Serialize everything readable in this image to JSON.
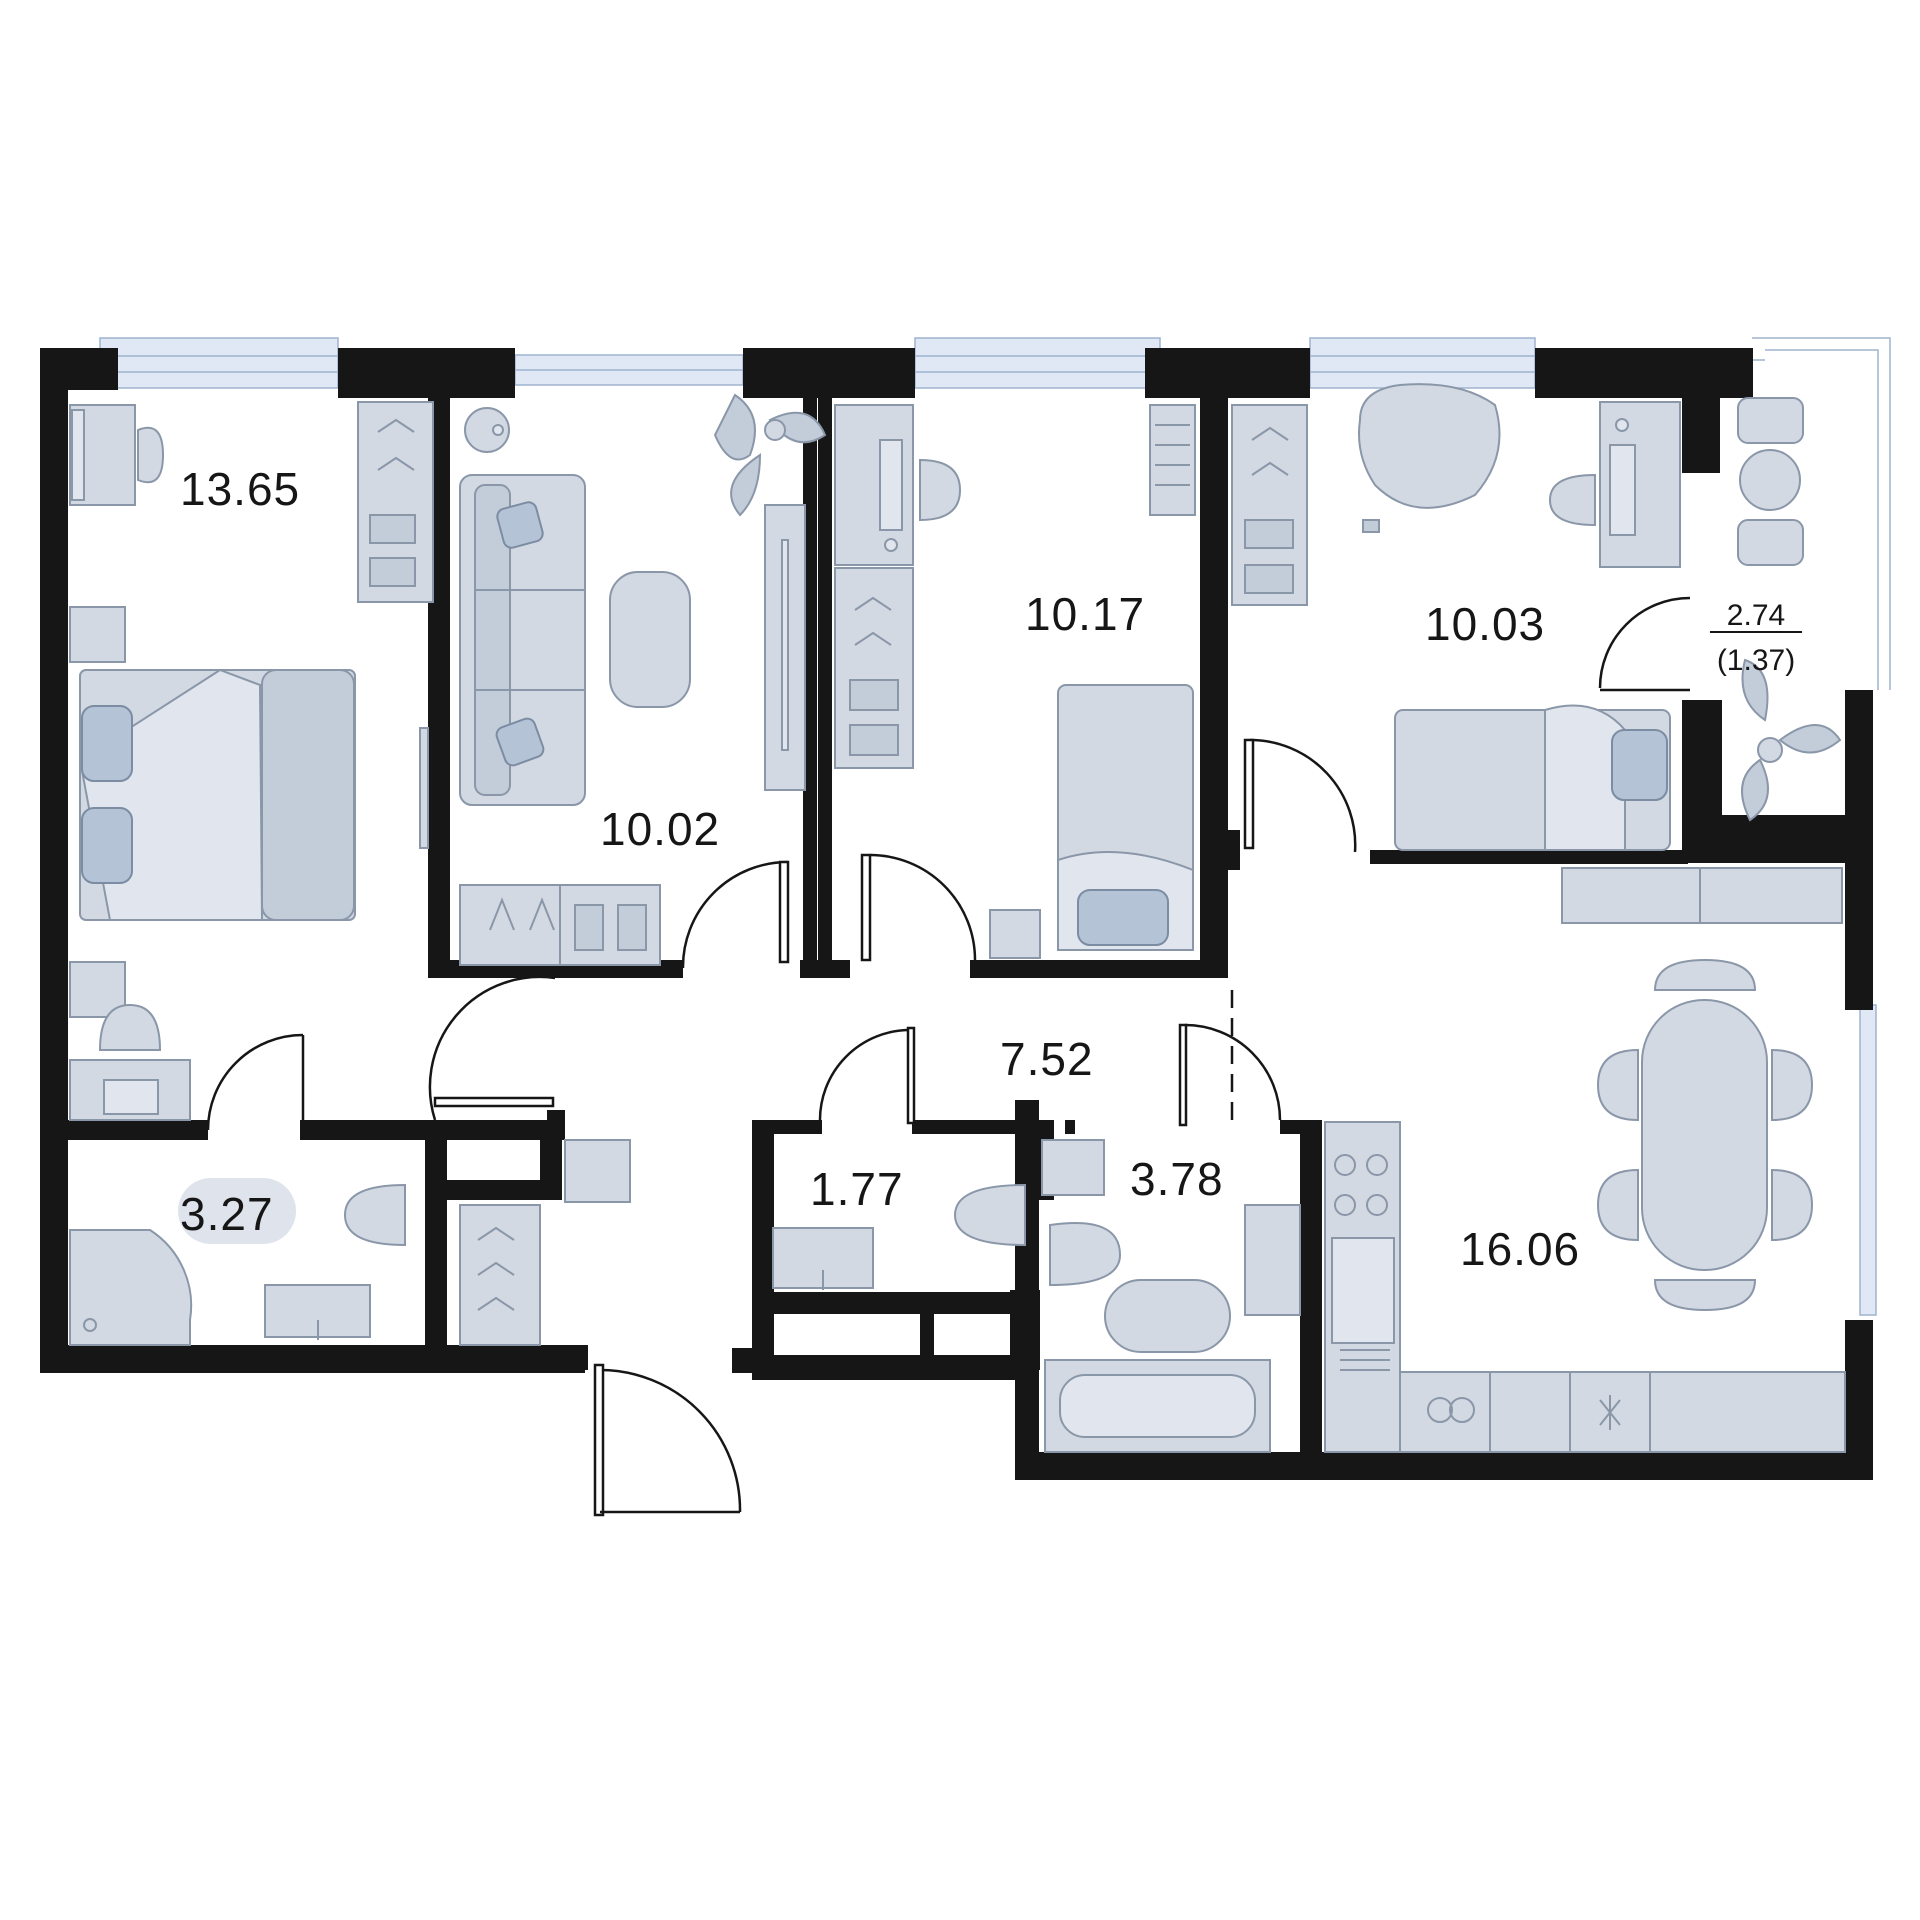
{
  "rooms": [
    {
      "id": "bedroom-1",
      "area": "13.65"
    },
    {
      "id": "living-room",
      "area": "10.02"
    },
    {
      "id": "bedroom-2",
      "area": "10.17"
    },
    {
      "id": "bedroom-3",
      "area": "10.03"
    },
    {
      "id": "hallway",
      "area": "7.52"
    },
    {
      "id": "bathroom-small",
      "area": "3.27"
    },
    {
      "id": "toilet",
      "area": "1.77"
    },
    {
      "id": "bathroom",
      "area": "3.78"
    },
    {
      "id": "kitchen",
      "area": "16.06"
    }
  ],
  "balcony": {
    "area": "2.74",
    "reduced_area": "(1.37)"
  },
  "colors": {
    "wall": "#161616",
    "furniture": "#d3d9e3",
    "window": "#dfe8f4",
    "accent": "#b4c3d6"
  }
}
